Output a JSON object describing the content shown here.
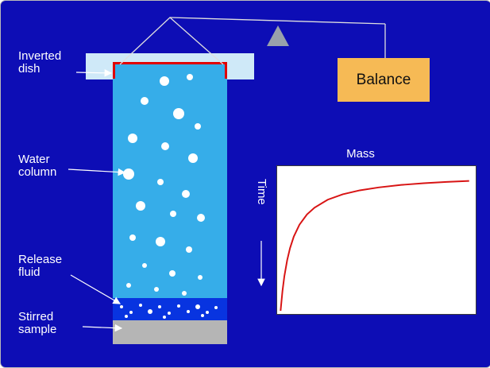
{
  "colors": {
    "background": "#0d0db5",
    "water": "#36ade9",
    "release_fluid": "#0834e0",
    "stirred_sample": "#b5b5b5",
    "dish": "#cfe9f8",
    "dish_rim": "#e00000",
    "balance_box": "#f6ba55",
    "balance_text": "#111111",
    "apparatus_line": "#dfdfdf",
    "pivot": "#98a1ab",
    "label_text": "#ffffff",
    "graph_bg": "#ffffff",
    "graph_border": "#3a3a3a",
    "curve": "#d81414"
  },
  "labels": {
    "inverted_dish": {
      "line1": "Inverted",
      "line2": "dish"
    },
    "water_column": {
      "line1": "Water",
      "line2": "column"
    },
    "release_fluid": {
      "line1": "Release",
      "line2": "fluid"
    },
    "stirred_sample": {
      "line1": "Stirred",
      "line2": "sample"
    },
    "balance": "Balance",
    "graph_title": "Mass",
    "graph_axis": "Time"
  },
  "bubbles": {
    "water_column": [
      [
        206,
        101,
        6
      ],
      [
        238,
        96,
        4
      ],
      [
        181,
        126,
        5
      ],
      [
        224,
        142,
        7
      ],
      [
        248,
        158,
        4
      ],
      [
        166,
        173,
        6
      ],
      [
        207,
        183,
        5
      ],
      [
        242,
        198,
        6
      ],
      [
        161,
        218,
        7
      ],
      [
        201,
        228,
        4
      ],
      [
        233,
        243,
        5
      ],
      [
        176,
        258,
        6
      ],
      [
        217,
        268,
        4
      ],
      [
        252,
        273,
        5
      ],
      [
        166,
        298,
        4
      ],
      [
        201,
        303,
        6
      ],
      [
        237,
        313,
        4
      ],
      [
        181,
        333,
        3
      ],
      [
        216,
        343,
        4
      ],
      [
        251,
        348,
        3
      ],
      [
        161,
        358,
        3
      ],
      [
        196,
        363,
        3
      ],
      [
        231,
        368,
        3
      ]
    ],
    "release_fluid": [
      [
        152,
        385,
        2
      ],
      [
        164,
        392,
        2
      ],
      [
        176,
        383,
        2
      ],
      [
        188,
        391,
        3
      ],
      [
        200,
        385,
        2
      ],
      [
        212,
        393,
        2
      ],
      [
        224,
        384,
        2
      ],
      [
        236,
        391,
        2
      ],
      [
        248,
        385,
        3
      ],
      [
        260,
        392,
        2
      ],
      [
        271,
        386,
        2
      ],
      [
        158,
        397,
        2
      ],
      [
        206,
        398,
        2
      ],
      [
        254,
        396,
        2
      ]
    ]
  },
  "chart_data": {
    "type": "line",
    "title": "Mass",
    "left_axis_label": "Time",
    "left_axis_arrow_direction": "down",
    "x_normalized": [
      0,
      0.01,
      0.02,
      0.035,
      0.05,
      0.07,
      0.1,
      0.14,
      0.18,
      0.25,
      0.33,
      0.42,
      0.52,
      0.64,
      0.76,
      0.88,
      1
    ],
    "y_normalized": [
      0,
      0.147,
      0.258,
      0.379,
      0.468,
      0.555,
      0.644,
      0.721,
      0.772,
      0.831,
      0.872,
      0.901,
      0.923,
      0.942,
      0.955,
      0.964,
      0.972
    ],
    "curve_color": "#d81414"
  }
}
